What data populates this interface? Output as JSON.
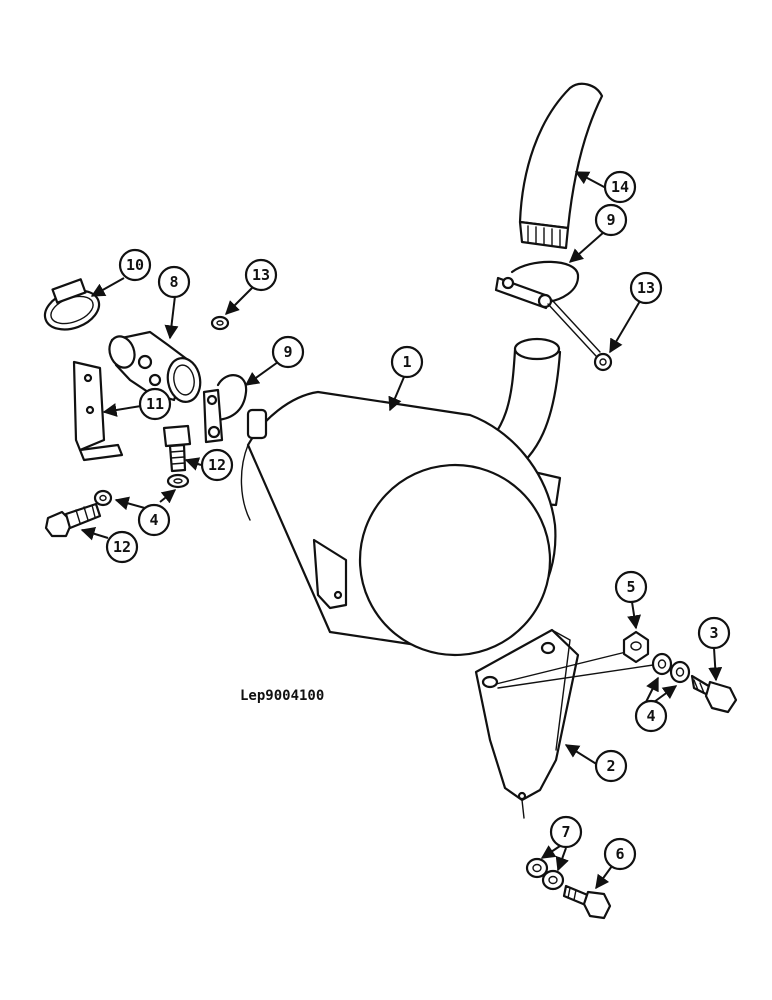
{
  "drawing_reference": "Lep9004100",
  "callouts": {
    "c1": "1",
    "c2": "2",
    "c3": "3",
    "c4a": "4",
    "c4b": "4",
    "c5": "5",
    "c6": "6",
    "c7": "7",
    "c8": "8",
    "c9a": "9",
    "c9b": "9",
    "c10": "10",
    "c11": "11",
    "c12a": "12",
    "c12b": "12",
    "c13a": "13",
    "c13b": "13",
    "c14": "14"
  }
}
